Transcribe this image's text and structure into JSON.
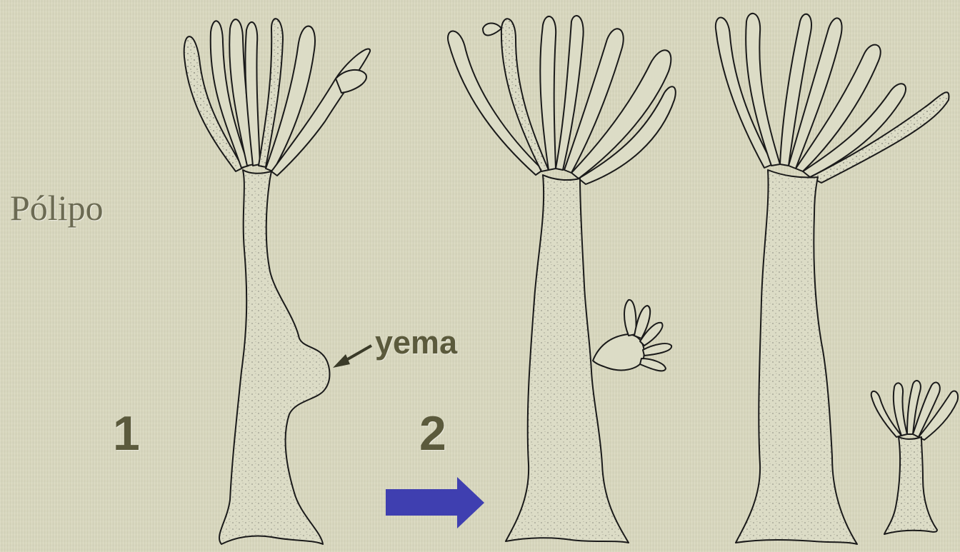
{
  "title": "Pólipo",
  "labels": {
    "bud": "yema",
    "stage_1": "1",
    "stage_2": "2"
  },
  "colors": {
    "background": "#d9d8be",
    "label_text": "#5b5a3c",
    "arrow": "#3f3fb0",
    "outline": "#1a1a1a"
  }
}
